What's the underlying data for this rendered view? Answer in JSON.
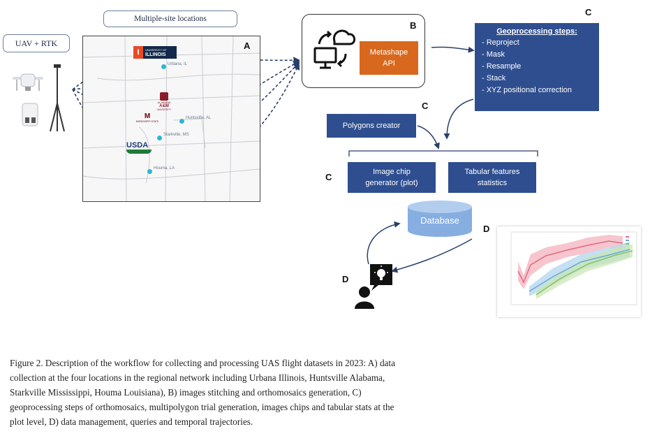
{
  "labels": {
    "uav": "UAV + RTK",
    "sites_header": "Multiple-site locations",
    "metashape": "Metashape API",
    "polygons": "Polygons creator",
    "image_chip": "Image chip generator (plot)",
    "tabular": "Tabular features statistics",
    "database": "Database"
  },
  "letters": {
    "a": "A",
    "b": "B",
    "c": "C",
    "d": "D"
  },
  "geoprocessing": {
    "title": "Geoprocessing steps:",
    "steps": [
      "- Reproject",
      "- Mask",
      "- Resample",
      "- Stack",
      "- XYZ positional correction"
    ]
  },
  "map": {
    "logos": {
      "illinois_small": "UNIVERSITY OF",
      "illinois_big": "ILLINOIS",
      "aamu1": "ALABAMA",
      "aamu2": "A&M",
      "aamu3": "UNIVERSITY",
      "msstate": "MISSISSIPPI STATE",
      "usda": "USDA"
    },
    "sites": [
      "Urbana, IL",
      "Huntsville, AL",
      "Starkville, MS",
      "Houma, LA"
    ]
  },
  "caption": [
    "Figure 2. Description of the workflow for collecting and processing UAS flight datasets in 2023: A) data",
    "collection at the four locations in the regional network including Urbana Illinois, Huntsville Alabama,",
    "Starkville Mississippi, Houma Louisiana), B) images stitching and orthomosaics generation, C)",
    "geoprocessing steps of orthomosaics, multipolygon trial generation, images chips and tabular stats at the",
    "plot level, D) data management, queries and temporal trajectories."
  ],
  "colors": {
    "box_blue": "#2e4e8f",
    "metashape_orange": "#d8681d",
    "db_blue": "#86aee0",
    "site_dot": "#2cb6d6",
    "arrow": "#2b3f6c"
  }
}
